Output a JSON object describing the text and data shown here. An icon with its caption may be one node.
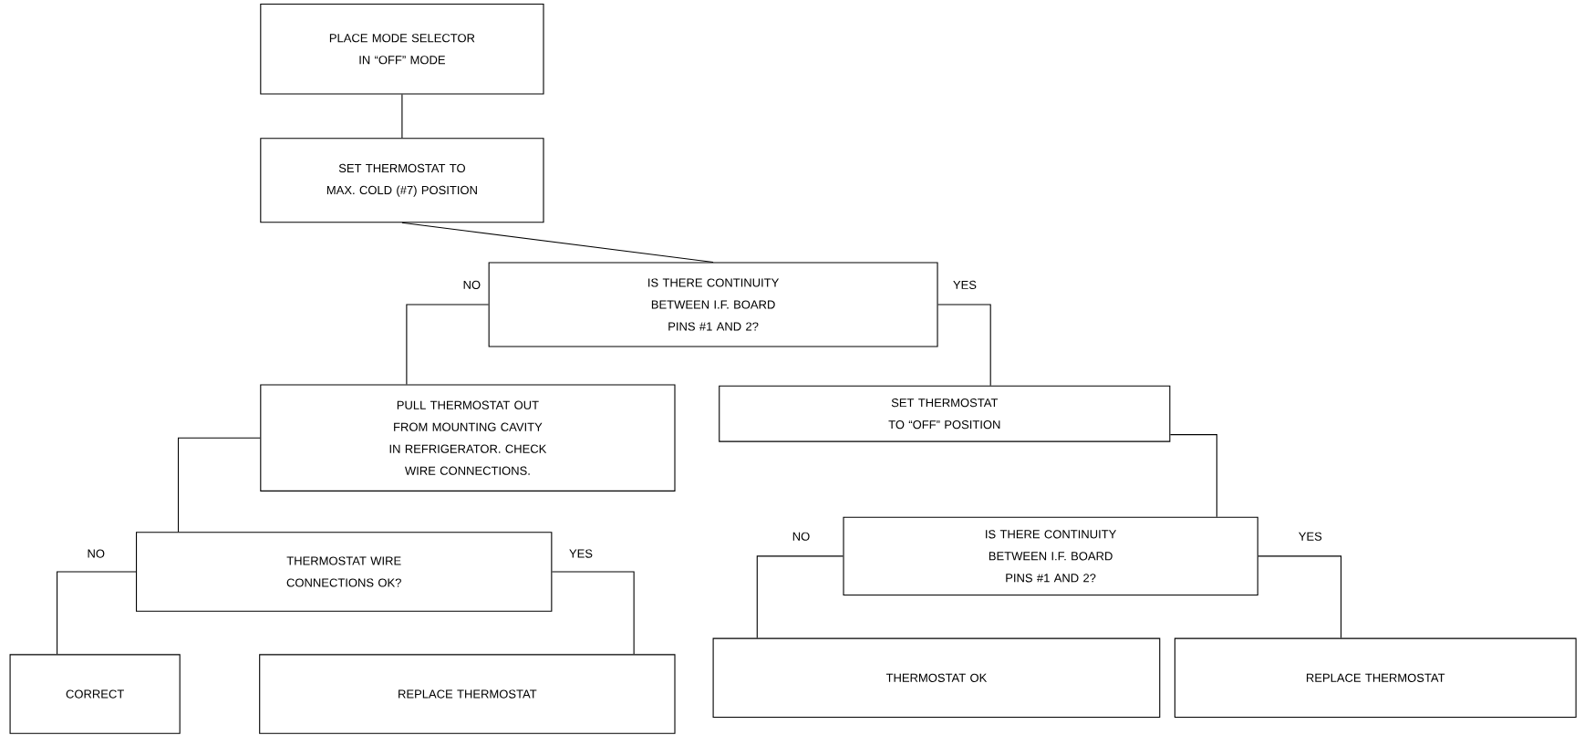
{
  "diagram": {
    "nodes": [
      {
        "text": [
          "PLACE MODE SELECTOR IN “OFF” MODE"
        ]
      },
      {
        "text": [
          "SET THERMOSTAT TO MAX. COLD (#7) POSITION"
        ]
      },
      {
        "text": [
          "IS THERE CONTINUITY BETWEEN I.F. BOARD PINS #1 AND 2?"
        ]
      },
      {
        "text": [
          "PULL THERMOSTAT OUT FROM MOUNTING CAVITY IN REFRIGERATOR. CHECK WIRE CONNECTIONS."
        ]
      },
      {
        "text": [
          "SET THERMOSTAT TO “OFF” POSITION"
        ]
      },
      {
        "text": [
          "THERMOSTAT WIRE CONNECTIONS OK?"
        ]
      },
      {
        "text": [
          "IS THERE CONTINUITY BETWEEN I.F. BOARD PINS #1 AND 2?"
        ]
      },
      {
        "text": [
          "CORRECT"
        ]
      },
      {
        "text": [
          "REPLACE THERMOSTAT"
        ]
      },
      {
        "text": [
          "THERMOSTAT OK"
        ]
      },
      {
        "text": [
          "REPLACE THERMOSTAT"
        ]
      }
    ],
    "edges": [
      {
        "from": 0,
        "to": 1,
        "arrow": "none"
      },
      {
        "from": 1,
        "to": 2,
        "arrow": "none"
      },
      {
        "from": 2,
        "to": 3,
        "arrow": "none",
        "label": "NO"
      },
      {
        "from": 2,
        "to": 4,
        "arrow": "none",
        "label": "YES"
      },
      {
        "from": 3,
        "to": 5,
        "arrow": "none"
      },
      {
        "from": 4,
        "to": 6,
        "arrow": "none"
      },
      {
        "from": 5,
        "to": 7,
        "arrow": "none",
        "label": "NO"
      },
      {
        "from": 5,
        "to": 8,
        "arrow": "none",
        "label": "YES"
      },
      {
        "from": 6,
        "to": 9,
        "arrow": "none",
        "label": "NO"
      },
      {
        "from": 6,
        "to": 10,
        "arrow": "none",
        "label": "YES"
      }
    ]
  }
}
